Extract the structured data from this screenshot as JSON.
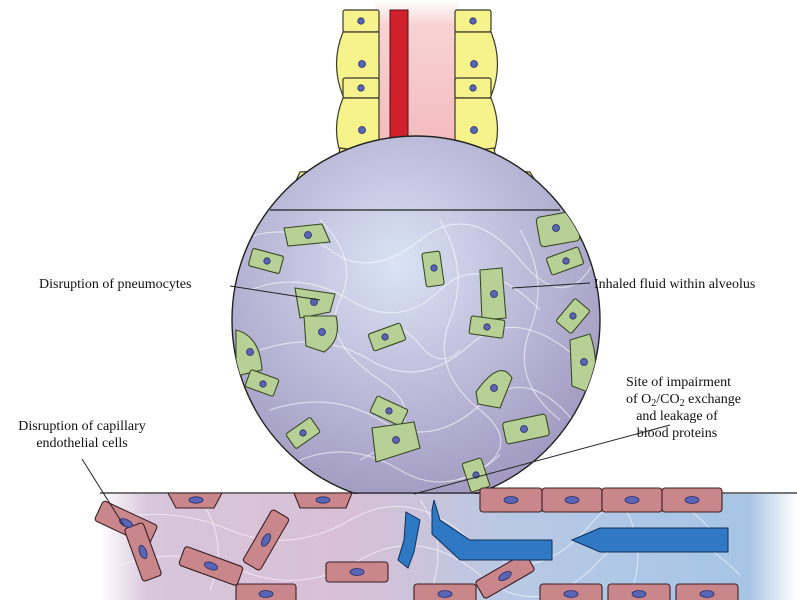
{
  "labels": {
    "pneumocytes": "Disruption of pneumocytes",
    "inhaled_fluid": "Inhaled fluid within alveolus",
    "site_line1": "Site of impairment",
    "site_line2_prefix": "of O",
    "site_line2_sub1": "2",
    "site_line2_mid": "/CO",
    "site_line2_sub2": "2",
    "site_line2_suffix": " exchange",
    "site_line3": "and leakage of",
    "site_line4": "blood proteins",
    "capillary_line1": "Disruption of capillary",
    "capillary_line2": "endothelial cells"
  },
  "colors": {
    "airway_pink": "#f2b3b5",
    "pneumocyte_yellow": "#f4f08a",
    "fluid_lavender": "#b1a8cc",
    "damaged_cell_green": "#b6cf95",
    "capillary_blue": "#a9c6e4",
    "endothelial_cell": "#c9878c",
    "nucleus_blue": "#5a64b4",
    "oxygen_arrow_red": "#d0202c",
    "blood_flow_blue": "#2f78c4"
  },
  "icons": [
    "oxygen-inflow-arrow",
    "co2-exit-arrow",
    "blood-flow-arrow"
  ]
}
